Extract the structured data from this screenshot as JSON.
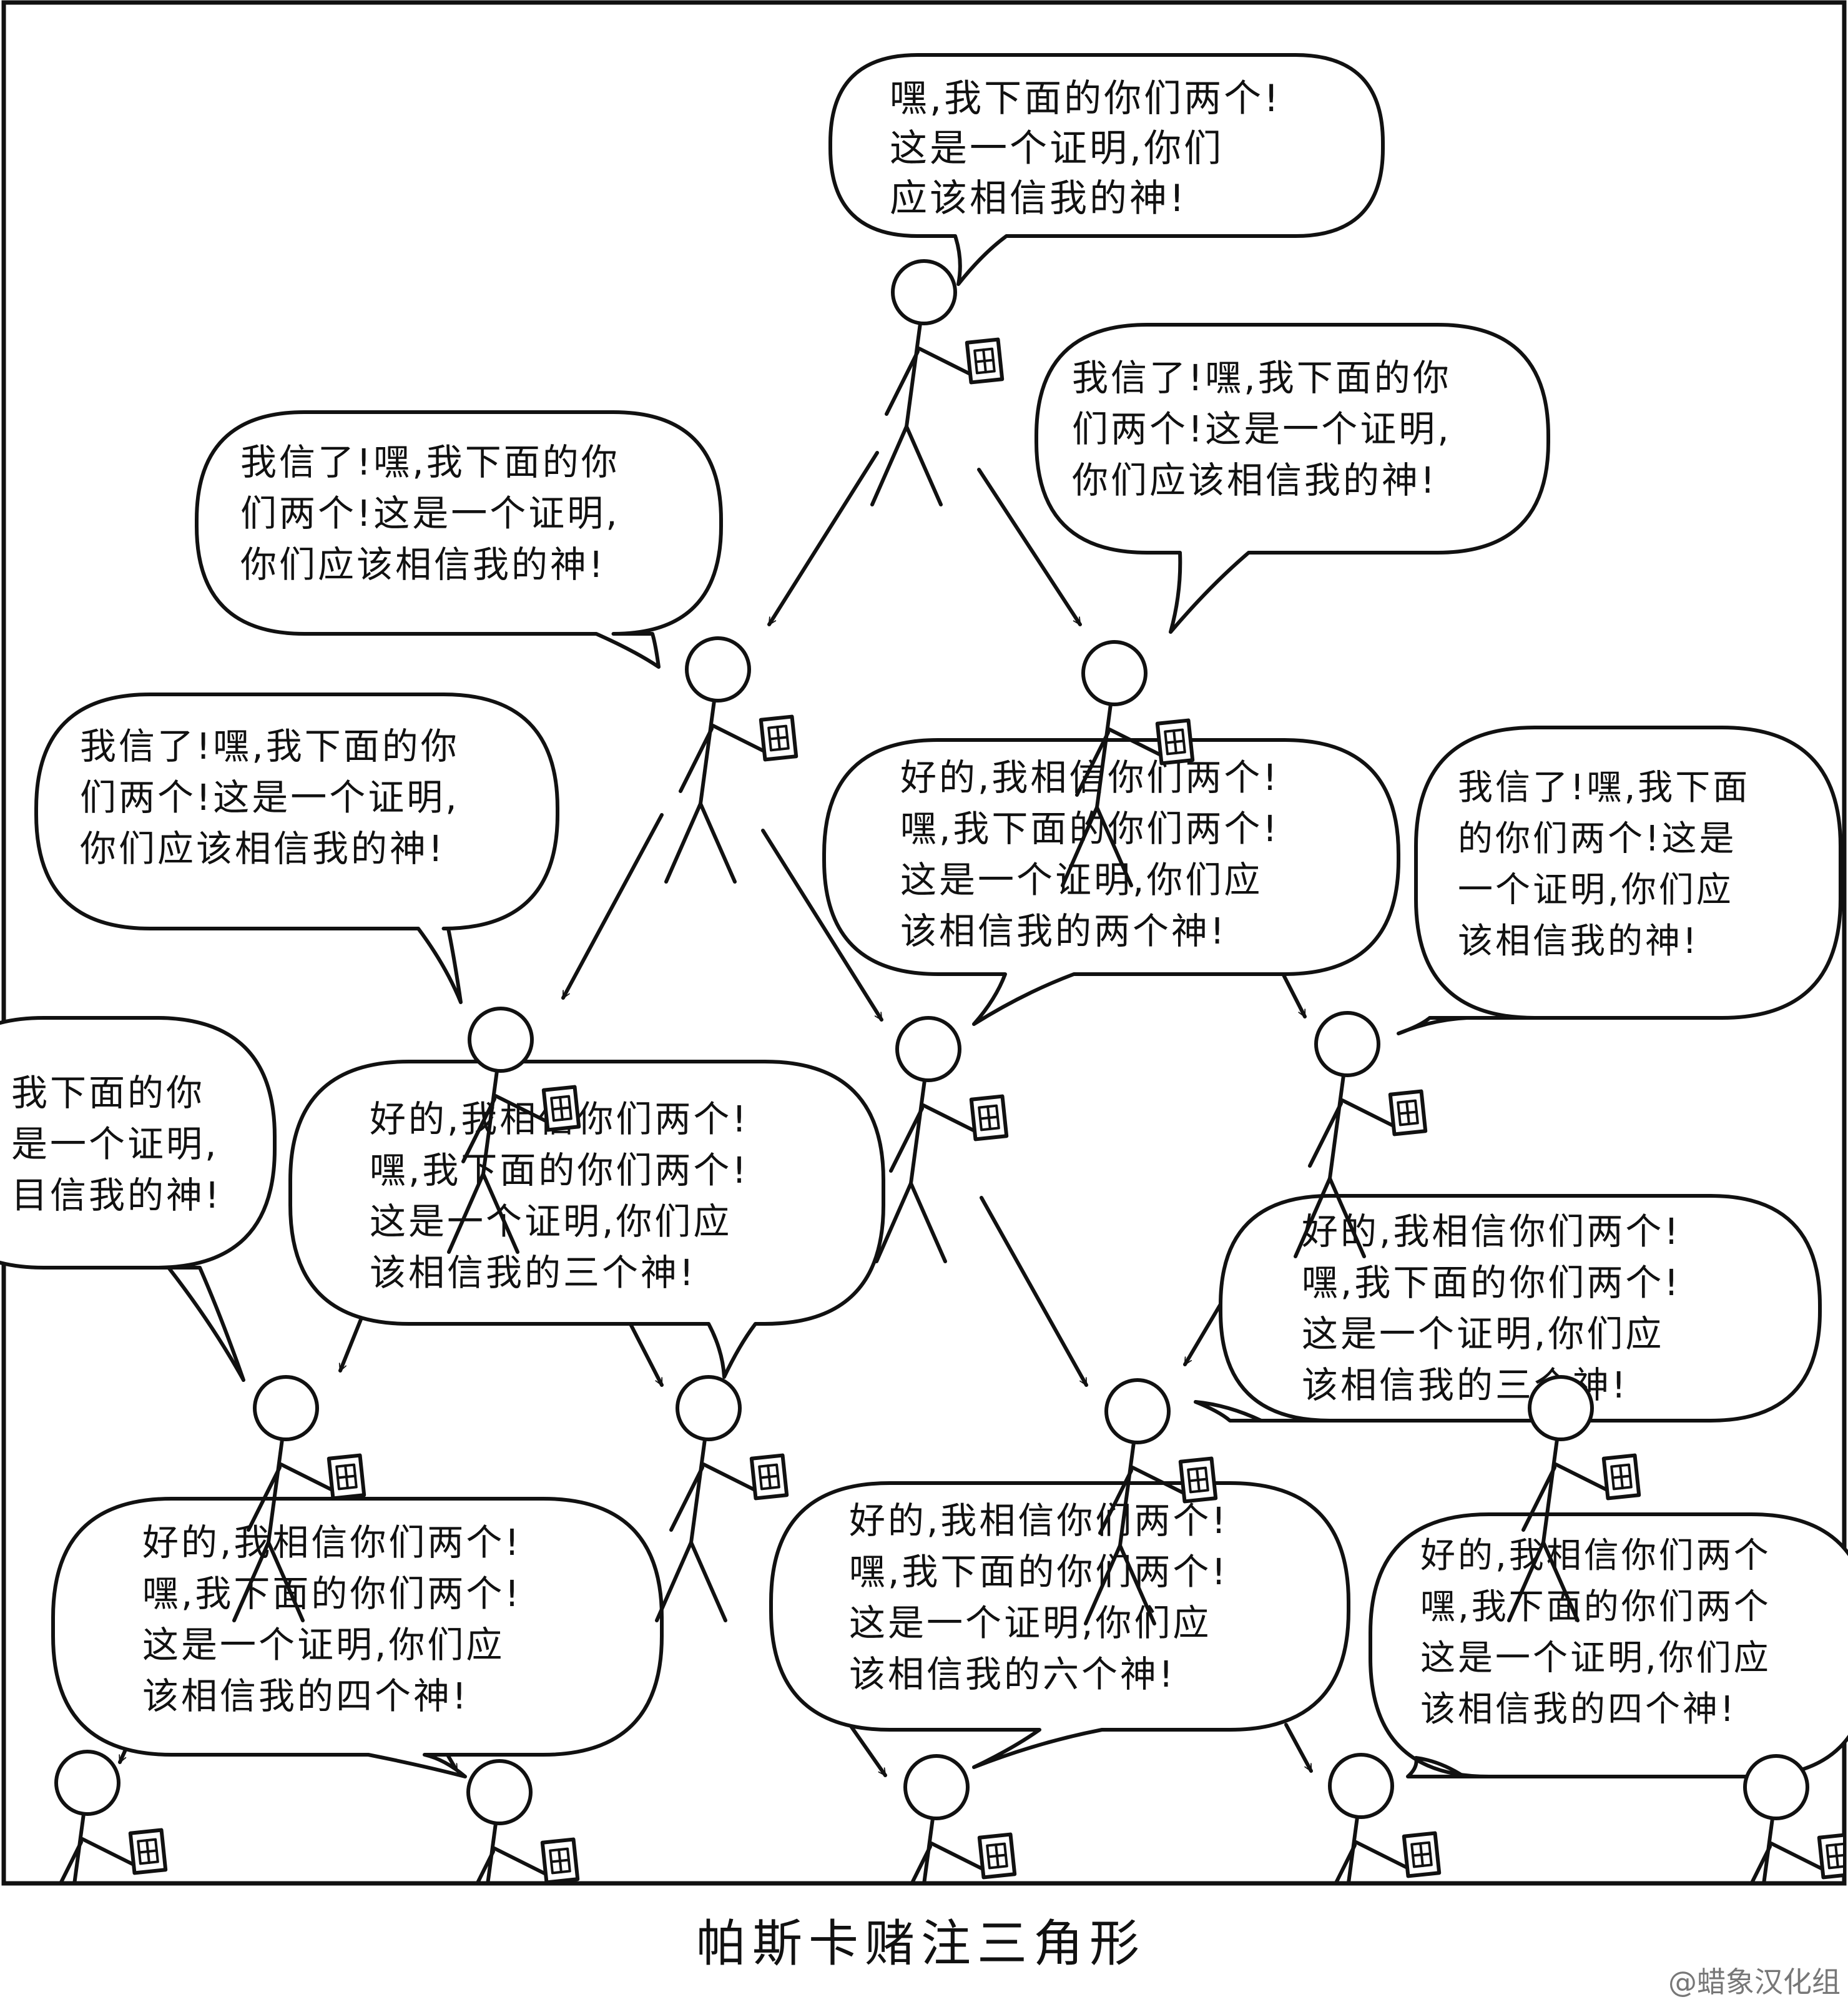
{
  "comic": {
    "title": "帕斯卡赌注三角形",
    "credit": "@蜡象汉化组",
    "bubbles": [
      {
        "lines": [
          "嘿,我下面的你们两个!",
          "这是一个证明,你们",
          "应该相信我的神!"
        ]
      },
      {
        "lines": [
          "我信了!嘿,我下面的你",
          "们两个!这是一个证明,",
          "你们应该相信我的神!"
        ]
      },
      {
        "lines": [
          "我信了!嘿,我下面的你",
          "们两个!这是一个证明,",
          "你们应该相信我的神!"
        ]
      },
      {
        "lines": [
          "我信了!嘿,我下面的你",
          "们两个!这是一个证明,",
          "你们应该相信我的神!"
        ]
      },
      {
        "lines": [
          "好的,我相信你们两个!",
          "嘿,我下面的你们两个!",
          "这是一个证明,你们应",
          "该相信我的两个神!"
        ]
      },
      {
        "lines": [
          "我信了!嘿,我下面",
          "的你们两个!这是",
          "一个证明,你们应",
          "该相信我的神!"
        ]
      },
      {
        "lines": [
          "我下面的你",
          "是一个证明,",
          "目信我的神!"
        ]
      },
      {
        "lines": [
          "好的,我相信你们两个!",
          "嘿,我下面的你们两个!",
          "这是一个证明,你们应",
          "该相信我的三个神!"
        ]
      },
      {
        "lines": [
          "好的,我相信你们两个!",
          "嘿,我下面的你们两个!",
          "这是一个证明,你们应",
          "该相信我的三个神!"
        ]
      },
      {
        "lines": [
          "好的,我相信你们两个!",
          "嘿,我下面的你们两个!",
          "这是一个证明,你们应",
          "该相信我的四个神!"
        ]
      },
      {
        "lines": [
          "好的,我相信你们两个!",
          "嘿,我下面的你们两个!",
          "这是一个证明,你们应",
          "该相信我的六个神!"
        ]
      },
      {
        "lines": [
          "好的,我相信你们两个",
          "嘿,我下面的你们两个",
          "这是一个证明,你们应",
          "该相信我的四个神!"
        ]
      }
    ]
  }
}
